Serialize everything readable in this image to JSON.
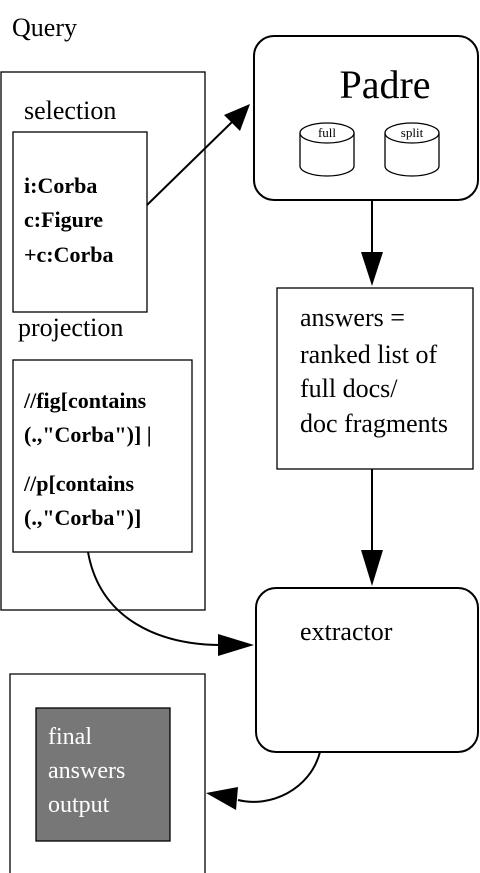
{
  "query": {
    "title": "Query",
    "selection_label": "selection",
    "selection_terms": [
      "i:Corba",
      "c:Figure",
      "+c:Corba"
    ],
    "projection_label": "projection",
    "projection_lines": [
      "//fig[contains",
      "(.,\"Corba\")] |",
      "//p[contains",
      "(.,\"Corba\")]"
    ]
  },
  "padre": {
    "title": "Padre",
    "index_full": "full",
    "index_split": "split"
  },
  "answers": {
    "lines": [
      "answers =",
      "ranked list of",
      "full docs/",
      "doc fragments"
    ]
  },
  "extractor": {
    "title": "extractor"
  },
  "output": {
    "lines": [
      "final",
      "answers",
      "output"
    ],
    "fill_color": "#777777"
  }
}
